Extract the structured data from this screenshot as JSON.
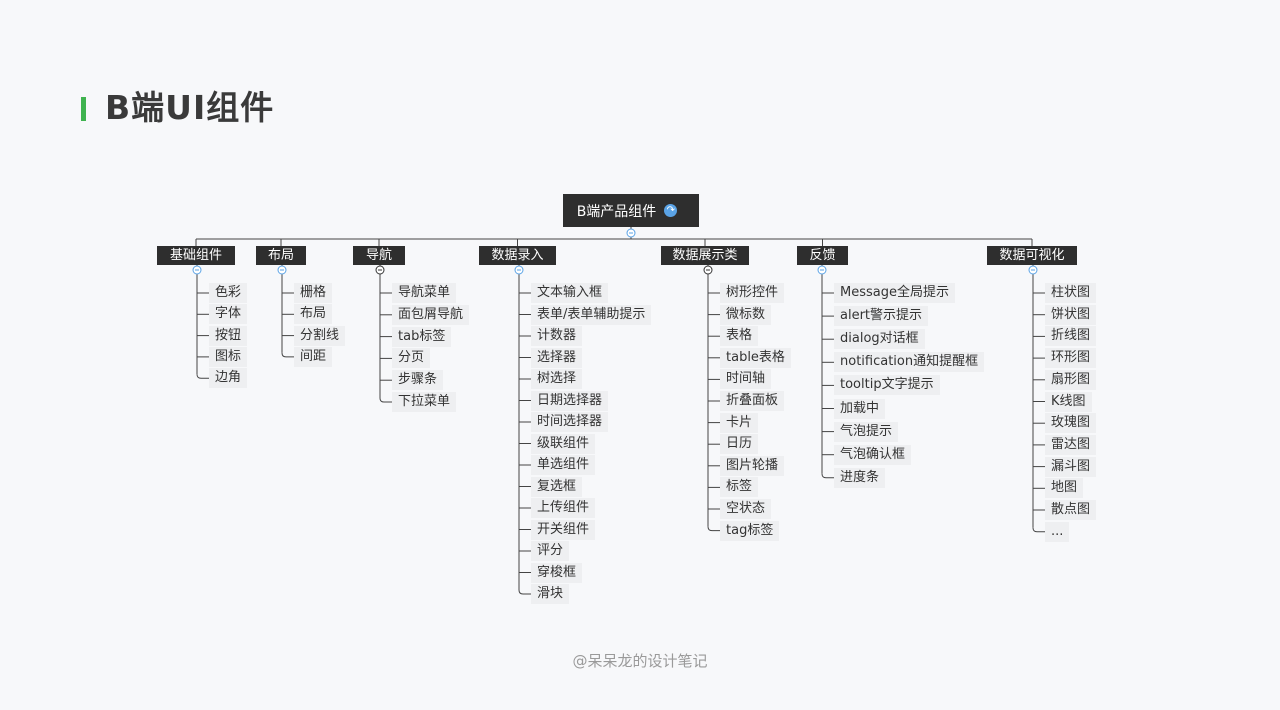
{
  "title": "B端UI组件",
  "root": {
    "label": "B端产品组件",
    "icon": "redo-arrow-icon"
  },
  "footer": "@呆呆龙的设计笔记",
  "colors": {
    "accent": "#3fb34f",
    "node_bg": "#2e2e2e",
    "leaf_bg": "#eeeff1",
    "root_icon": "#5aa3e6"
  },
  "categories": [
    {
      "label": "基础组件",
      "children": [
        "色彩",
        "字体",
        "按钮",
        "图标",
        "边角"
      ]
    },
    {
      "label": "布局",
      "children": [
        "栅格",
        "布局",
        "分割线",
        "间距"
      ]
    },
    {
      "label": "导航",
      "children": [
        "导航菜单",
        "面包屑导航",
        "tab标签",
        "分页",
        "步骤条",
        "下拉菜单"
      ]
    },
    {
      "label": "数据录入",
      "children": [
        "文本输入框",
        "表单/表单辅助提示",
        "计数器",
        "选择器",
        "树选择",
        "日期选择器",
        "时间选择器",
        "级联组件",
        "单选组件",
        "复选框",
        "上传组件",
        "开关组件",
        "评分",
        "穿梭框",
        "滑块"
      ]
    },
    {
      "label": "数据展示类",
      "children": [
        "树形控件",
        "微标数",
        "表格",
        "table表格",
        "时间轴",
        "折叠面板",
        "卡片",
        "日历",
        "图片轮播",
        "标签",
        "空状态",
        "tag标签"
      ]
    },
    {
      "label": "反馈",
      "children": [
        "Message全局提示",
        "alert警示提示",
        "dialog对话框",
        "notification通知提醒框",
        "tooltip文字提示",
        "加载中",
        "气泡提示",
        "气泡确认框",
        "进度条"
      ]
    },
    {
      "label": "数据可视化",
      "children": [
        "柱状图",
        "饼状图",
        "折线图",
        "环形图",
        "扇形图",
        "K线图",
        "玫瑰图",
        "雷达图",
        "漏斗图",
        "地图",
        "散点图",
        "..."
      ]
    }
  ]
}
